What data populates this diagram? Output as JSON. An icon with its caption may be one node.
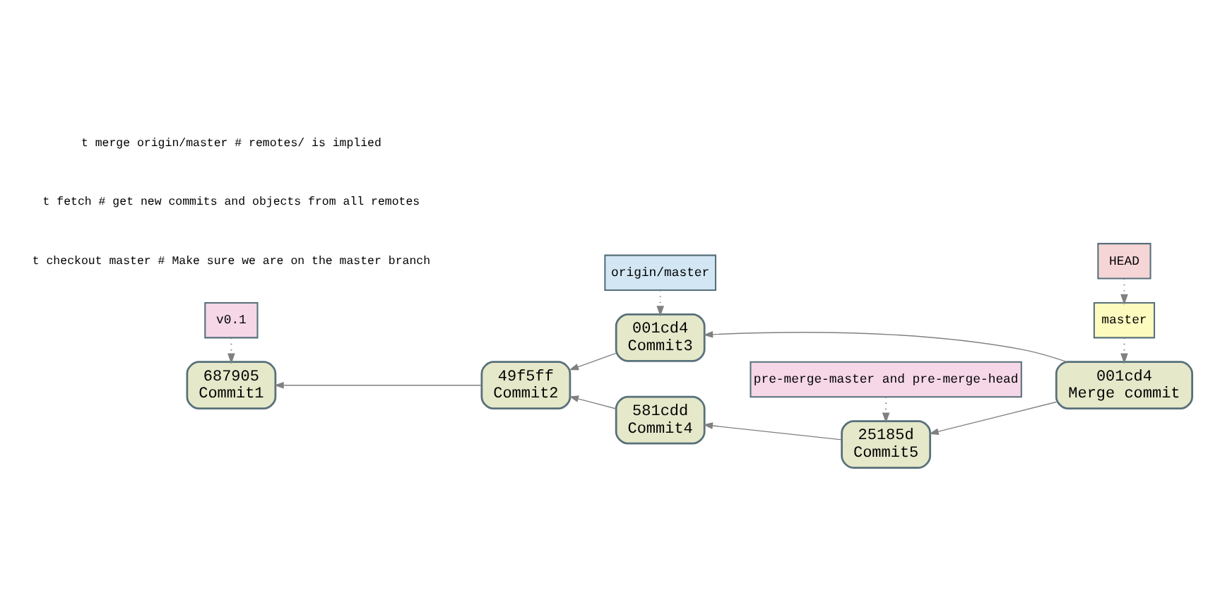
{
  "diagram": {
    "nodes": [
      {
        "text": [
          "HEAD"
        ]
      },
      {
        "text": [
          "v0.1"
        ]
      },
      {
        "text": [
          "origin/master"
        ]
      },
      {
        "text": [
          "master"
        ]
      },
      {
        "text": [
          "687905",
          "Commit1"
        ]
      },
      {
        "text": [
          "49f5ff",
          "Commit2"
        ]
      },
      {
        "text": [
          "001cd4",
          "Commit3"
        ]
      },
      {
        "text": [
          "001cd4",
          "Merge commit"
        ]
      },
      {
        "text": [
          "581cdd",
          "Commit4"
        ]
      },
      {
        "text": [
          "25185d",
          "Commit5"
        ]
      },
      {
        "text": [
          "pre-merge-master and pre-merge-head"
        ]
      }
    ],
    "edges": [
      {
        "from": 0,
        "to": 3,
        "arrow": "to",
        "style": "dashed"
      },
      {
        "from": 1,
        "to": 4,
        "arrow": "to",
        "style": "dashed"
      },
      {
        "from": 2,
        "to": 6,
        "arrow": "to",
        "style": "dashed"
      },
      {
        "from": 3,
        "to": 7,
        "arrow": "to",
        "style": "dashed"
      },
      {
        "from": 5,
        "to": 4,
        "arrow": "to"
      },
      {
        "from": 6,
        "to": 5,
        "arrow": "to"
      },
      {
        "from": 7,
        "to": 6,
        "arrow": "to"
      },
      {
        "from": 7,
        "to": 9,
        "arrow": "to"
      },
      {
        "from": 9,
        "to": 8,
        "arrow": "to"
      },
      {
        "from": 8,
        "to": 5,
        "arrow": "to"
      },
      {
        "from": 10,
        "to": 9,
        "arrow": "to",
        "style": "dashed"
      }
    ],
    "labels": [
      "t checkout master # Make sure we are on the master branch",
      "t fetch # get new commits and objects from all remotes",
      "t merge origin/master # remotes/ is implied"
    ]
  }
}
